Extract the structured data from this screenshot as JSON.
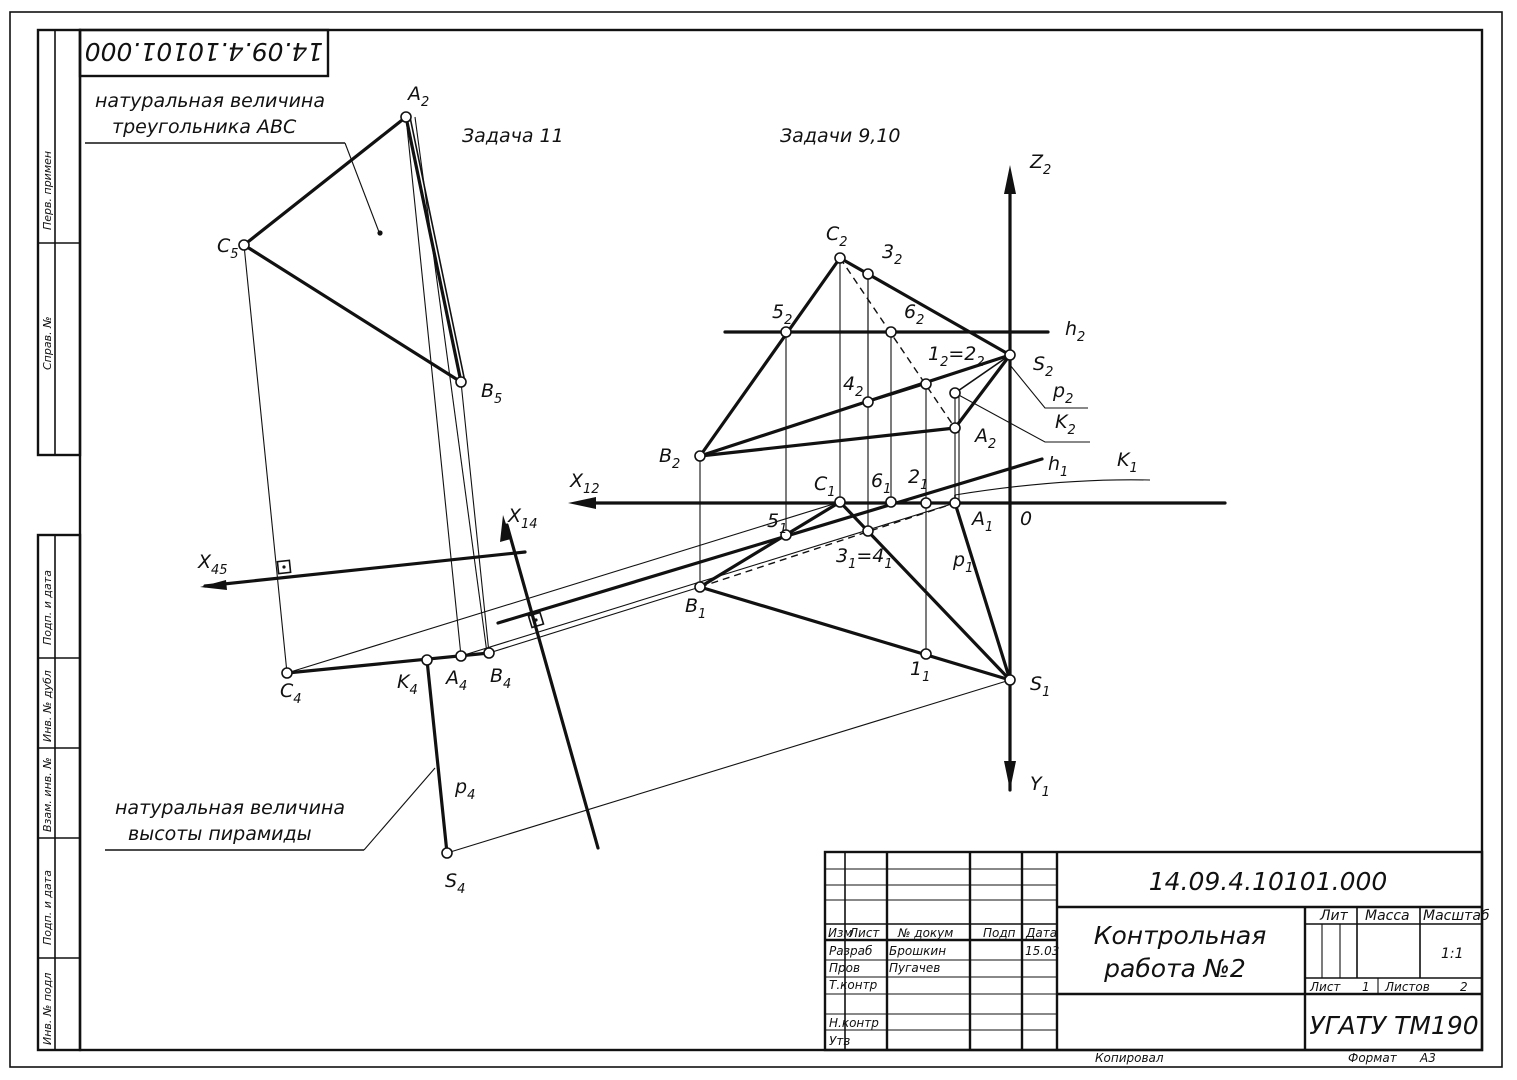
{
  "drawing": {
    "doc_code_top": "14.09.4.10101.000",
    "task_11": "Задача 11",
    "task_9_10": "Задачи 9,10",
    "note_triangle_line1": "натуральная величина",
    "note_triangle_line2": "треугольника АВС",
    "note_height_line1": "натуральная величина",
    "note_height_line2": "высоты пирамиды"
  },
  "labels": [
    {
      "id": "A2-top",
      "base": "A",
      "sub": "2"
    },
    {
      "id": "C5",
      "base": "C",
      "sub": "5"
    },
    {
      "id": "B5",
      "base": "B",
      "sub": "5"
    },
    {
      "id": "C2",
      "base": "C",
      "sub": "2"
    },
    {
      "id": "3-2",
      "base": "3",
      "sub": "2"
    },
    {
      "id": "5-2",
      "base": "5",
      "sub": "2"
    },
    {
      "id": "6-2",
      "base": "6",
      "sub": "2"
    },
    {
      "id": "h2",
      "base": "h",
      "sub": "2"
    },
    {
      "id": "1-2eq2-2a",
      "base": "1",
      "sub": "2"
    },
    {
      "id": "1-2eq2-2b",
      "base": "=2",
      "sub": "2"
    },
    {
      "id": "S2",
      "base": "S",
      "sub": "2"
    },
    {
      "id": "4-2",
      "base": "4",
      "sub": "2"
    },
    {
      "id": "p2",
      "base": "p",
      "sub": "2"
    },
    {
      "id": "K2",
      "base": "K",
      "sub": "2"
    },
    {
      "id": "A2-right",
      "base": "A",
      "sub": "2"
    },
    {
      "id": "B2",
      "base": "B",
      "sub": "2"
    },
    {
      "id": "h1",
      "base": "h",
      "sub": "1"
    },
    {
      "id": "K1",
      "base": "K",
      "sub": "1"
    },
    {
      "id": "X12",
      "base": "X",
      "sub": "12"
    },
    {
      "id": "C1",
      "base": "C",
      "sub": "1"
    },
    {
      "id": "6-1",
      "base": "6",
      "sub": "1"
    },
    {
      "id": "2-1",
      "base": "2",
      "sub": "1"
    },
    {
      "id": "A1",
      "base": "A",
      "sub": "1"
    },
    {
      "id": "O",
      "base": "0",
      "sub": ""
    },
    {
      "id": "X14",
      "base": "X",
      "sub": "14"
    },
    {
      "id": "5-1",
      "base": "5",
      "sub": "1"
    },
    {
      "id": "3-1eq4-1a",
      "base": "3",
      "sub": "1"
    },
    {
      "id": "3-1eq4-1b",
      "base": "=4",
      "sub": "1"
    },
    {
      "id": "p1",
      "base": "p",
      "sub": "1"
    },
    {
      "id": "X45",
      "base": "X",
      "sub": "45"
    },
    {
      "id": "B1",
      "base": "B",
      "sub": "1"
    },
    {
      "id": "1-1",
      "base": "1",
      "sub": "1"
    },
    {
      "id": "S1",
      "base": "S",
      "sub": "1"
    },
    {
      "id": "C4",
      "base": "C",
      "sub": "4"
    },
    {
      "id": "K4",
      "base": "K",
      "sub": "4"
    },
    {
      "id": "A4",
      "base": "A",
      "sub": "4"
    },
    {
      "id": "B4",
      "base": "B",
      "sub": "4"
    },
    {
      "id": "Y1",
      "base": "Y",
      "sub": "1"
    },
    {
      "id": "p4",
      "base": "p",
      "sub": "4"
    },
    {
      "id": "S4",
      "base": "S",
      "sub": "4"
    },
    {
      "id": "Z2",
      "base": "Z",
      "sub": "2"
    }
  ],
  "title_block": {
    "doc_code": "14.09.4.10101.000",
    "title_line1": "Контрольная",
    "title_line2": "работа №2",
    "col_izm": "Изм",
    "col_list": "Лист",
    "col_doc": "№ докум",
    "col_sign": "Подп",
    "col_date": "Дата",
    "row_razrab": "Разраб",
    "razrab_name": "Брошкин",
    "razrab_date": "15.03",
    "row_prov": "Пров",
    "prov_name": "Пугачев",
    "row_tkontr": "Т.контр",
    "row_nkontr": "Н.контр",
    "row_utv": "Утв",
    "lit": "Лит",
    "massa": "Масса",
    "masshtab": "Масштаб",
    "scale": "1:1",
    "sheet_label": "Лист",
    "sheet_num": "1",
    "sheets_label": "Листов",
    "sheets_num": "2",
    "org": "УГАТУ ТМ190",
    "copied": "Копировал",
    "format_label": "Формат",
    "format_value": "А3"
  },
  "side_strip": {
    "perv_primen": "Перв. примен",
    "sprav": "Справ. №",
    "podp_data_1": "Подп. и дата",
    "inv_dubl": "Инв. № дубл",
    "vzam_inv": "Взам. инв. №",
    "podp_data_2": "Подп. и дата",
    "inv_podl": "Инв. № подл"
  }
}
